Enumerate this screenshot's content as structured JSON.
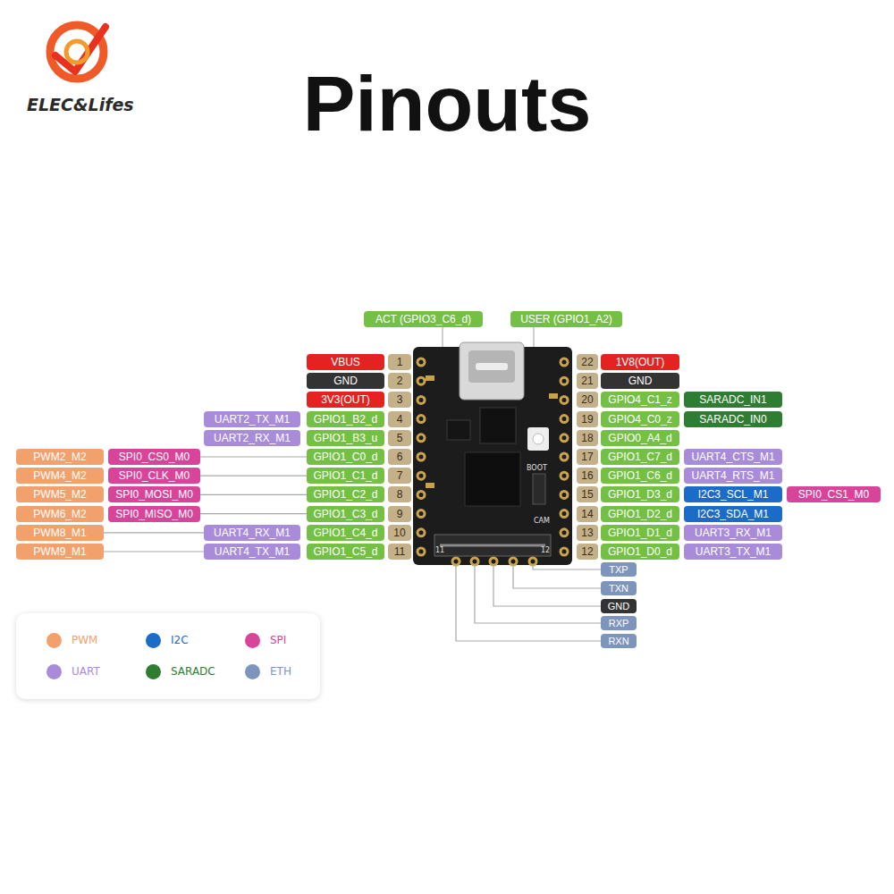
{
  "diagram": {
    "title": "Pinouts",
    "nodes": [
      {
        "text": [
          "ACT (GPIO3_C6_d)"
        ]
      },
      {
        "text": [
          "USER (GPIO1_A2)"
        ]
      },
      {
        "text": [
          "VBUS"
        ]
      },
      {
        "text": [
          "1"
        ]
      },
      {
        "text": [
          "22"
        ]
      },
      {
        "text": [
          "1V8(OUT)"
        ]
      },
      {
        "text": [
          "GND"
        ]
      },
      {
        "text": [
          "2"
        ]
      },
      {
        "text": [
          "21"
        ]
      },
      {
        "text": [
          "GND"
        ]
      },
      {
        "text": [
          "3V3(OUT)"
        ]
      },
      {
        "text": [
          "3"
        ]
      },
      {
        "text": [
          "20"
        ]
      },
      {
        "text": [
          "GPIO4_C1_z"
        ]
      },
      {
        "text": [
          "SARADC_IN1"
        ]
      },
      {
        "text": [
          "UART2_TX_M1"
        ]
      },
      {
        "text": [
          "GPIO1_B2_d"
        ]
      },
      {
        "text": [
          "4"
        ]
      },
      {
        "text": [
          "19"
        ]
      },
      {
        "text": [
          "GPIO4_C0_z"
        ]
      },
      {
        "text": [
          "SARADC_IN0"
        ]
      },
      {
        "text": [
          "UART2_RX_M1"
        ]
      },
      {
        "text": [
          "GPIO1_B3_u"
        ]
      },
      {
        "text": [
          "5"
        ]
      },
      {
        "text": [
          "18"
        ]
      },
      {
        "text": [
          "GPIO0_A4_d"
        ]
      },
      {
        "text": [
          "PWM2_M2"
        ]
      },
      {
        "text": [
          "SPI0_CS0_M0"
        ]
      },
      {
        "text": [
          "GPIO1_C0_d"
        ]
      },
      {
        "text": [
          "6"
        ]
      },
      {
        "text": [
          "17"
        ]
      },
      {
        "text": [
          "GPIO1_C7_d"
        ]
      },
      {
        "text": [
          "UART4_CTS_M1"
        ]
      },
      {
        "text": [
          "PWM4_M2"
        ]
      },
      {
        "text": [
          "SPI0_CLK_M0"
        ]
      },
      {
        "text": [
          "GPIO1_C1_d"
        ]
      },
      {
        "text": [
          "7"
        ]
      },
      {
        "text": [
          "16"
        ]
      },
      {
        "text": [
          "GPIO1_C6_d"
        ]
      },
      {
        "text": [
          "UART4_RTS_M1"
        ]
      },
      {
        "text": [
          "PWM5_M2"
        ]
      },
      {
        "text": [
          "SPI0_MOSI_M0"
        ]
      },
      {
        "text": [
          "GPIO1_C2_d"
        ]
      },
      {
        "text": [
          "8"
        ]
      },
      {
        "text": [
          "15"
        ]
      },
      {
        "text": [
          "GPIO1_D3_d"
        ]
      },
      {
        "text": [
          "I2C3_SCL_M1"
        ]
      },
      {
        "text": [
          "SPI0_CS1_M0"
        ]
      },
      {
        "text": [
          "PWM6_M2"
        ]
      },
      {
        "text": [
          "SPI0_MISO_M0"
        ]
      },
      {
        "text": [
          "GPIO1_C3_d"
        ]
      },
      {
        "text": [
          "9"
        ]
      },
      {
        "text": [
          "14"
        ]
      },
      {
        "text": [
          "GPIO1_D2_d"
        ]
      },
      {
        "text": [
          "I2C3_SDA_M1"
        ]
      },
      {
        "text": [
          "PWM8_M1"
        ]
      },
      {
        "text": [
          "UART4_RX_M1"
        ]
      },
      {
        "text": [
          "GPIO1_C4_d"
        ]
      },
      {
        "text": [
          "10"
        ]
      },
      {
        "text": [
          "13"
        ]
      },
      {
        "text": [
          "GPIO1_D1_d"
        ]
      },
      {
        "text": [
          "UART3_RX_M1"
        ]
      },
      {
        "text": [
          "PWM9_M1"
        ]
      },
      {
        "text": [
          "UART4_TX_M1"
        ]
      },
      {
        "text": [
          "GPIO1_C5_d"
        ]
      },
      {
        "text": [
          "11"
        ]
      },
      {
        "text": [
          "12"
        ]
      },
      {
        "text": [
          "GPIO1_D0_d"
        ]
      },
      {
        "text": [
          "UART3_TX_M1"
        ]
      },
      {
        "text": [
          "TXP"
        ]
      },
      {
        "text": [
          "TXN"
        ]
      },
      {
        "text": [
          "GND"
        ]
      },
      {
        "text": [
          "RXP"
        ]
      },
      {
        "text": [
          "RXN"
        ]
      }
    ],
    "edges": [
      {
        "from": 27,
        "to": 28,
        "arrow": "none"
      },
      {
        "from": 34,
        "to": 35,
        "arrow": "none"
      },
      {
        "from": 41,
        "to": 42,
        "arrow": "none"
      },
      {
        "from": 49,
        "to": 50,
        "arrow": "none"
      },
      {
        "from": 55,
        "to": 56,
        "arrow": "none"
      },
      {
        "from": 62,
        "to": 63,
        "arrow": "none"
      }
    ],
    "labels": [
      "ELEC&Lifes",
      "BOOT",
      "CAM",
      "11",
      "12"
    ],
    "legend": [
      {
        "text": "PWM",
        "color": "#f2a16c"
      },
      {
        "text": "I2C",
        "color": "#1a6cc8"
      },
      {
        "text": "SPI",
        "color": "#d8449a"
      },
      {
        "text": "UART",
        "color": "#a98cd9"
      },
      {
        "text": "SARADC",
        "color": "#2f7d32"
      },
      {
        "text": "ETH",
        "color": "#7d95bd"
      }
    ]
  }
}
